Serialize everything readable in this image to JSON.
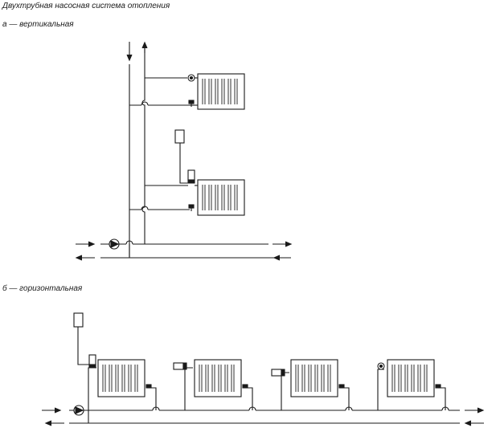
{
  "title": "Двухтрубная насосная система отопления",
  "section_a": {
    "caption": "а — вертикальная",
    "radiators": 2
  },
  "section_b": {
    "caption": "б — горизонтальная",
    "radiators": 4
  },
  "colors": {
    "line": "#1a1a1a",
    "background": "#ffffff"
  },
  "icons": [
    "pump-icon",
    "thermostat-head-icon",
    "lockshield-valve-icon",
    "air-vent-icon",
    "room-sensor-icon",
    "flow-arrow-icon",
    "pipe-crossover-icon"
  ]
}
